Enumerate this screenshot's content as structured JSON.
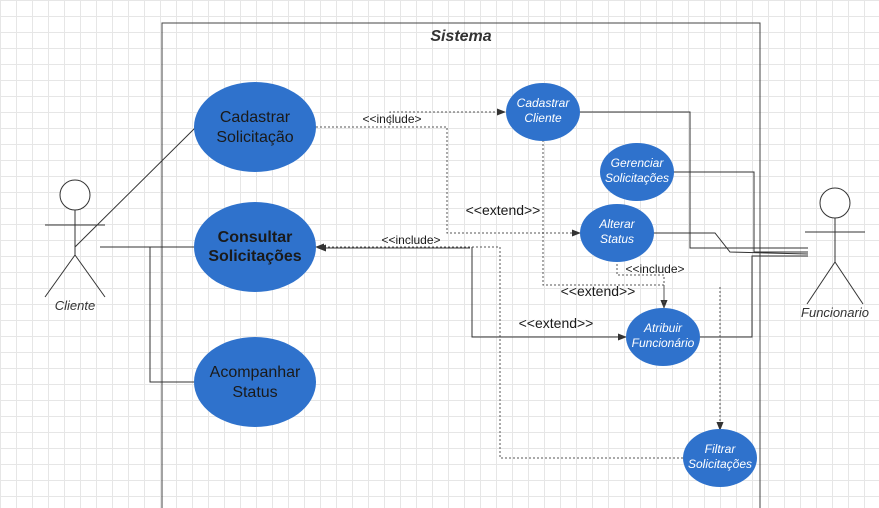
{
  "system": {
    "title": "Sistema"
  },
  "actors": {
    "cliente": "Cliente",
    "funcionario": "Funcionario"
  },
  "use_cases": {
    "cadastrar_solicitacao": [
      "Cadastrar",
      "Solicitação"
    ],
    "consultar_solicitacoes": [
      "Consultar",
      "Solicitações"
    ],
    "acompanhar_status": [
      "Acompanhar",
      "Status"
    ],
    "cadastrar_cliente": [
      "Cadastrar",
      "Cliente"
    ],
    "gerenciar_solicitacoes": [
      "Gerenciar",
      "Solicitações"
    ],
    "alterar_status": [
      "Alterar",
      "Status"
    ],
    "atribuir_funcionario": [
      "Atribuir",
      "Funcionário"
    ],
    "filtrar_solicitacoes": [
      "Filtrar",
      "Solicitações"
    ]
  },
  "relations": {
    "include_1": "<<include>",
    "include_2": "<<include>",
    "include_3": "<<include>",
    "extend_1": "<<extend>>",
    "extend_2": "<<extend>>",
    "extend_3": "<<extend>>"
  },
  "colors": {
    "use_case_fill": "#2f72cc",
    "line": "#333333"
  }
}
